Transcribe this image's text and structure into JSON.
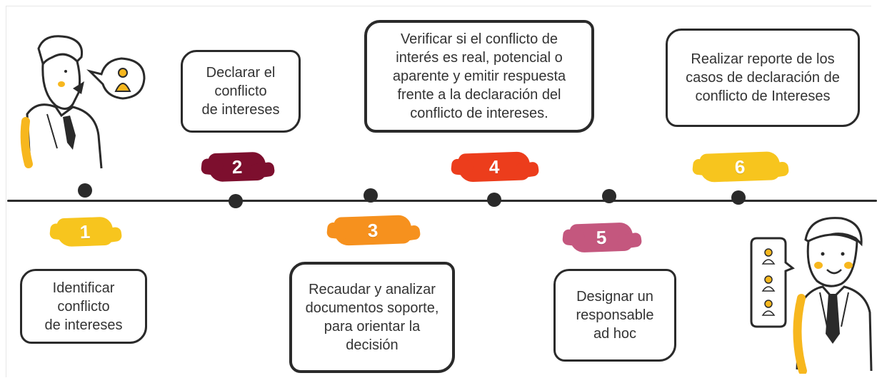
{
  "steps": [
    {
      "number": "1",
      "color": "#f7c51e",
      "text": "Identificar\nconflicto\nde intereses"
    },
    {
      "number": "2",
      "color": "#7d0f2e",
      "text": "Declarar el\nconflicto\nde intereses"
    },
    {
      "number": "3",
      "color": "#f6911e",
      "text": "Recaudar y analizar\ndocumentos soporte,\npara orientar la\ndecisión"
    },
    {
      "number": "4",
      "color": "#ec3d1c",
      "text": "Verificar si el conflicto de\ninterés es real, potencial o\naparente y emitir respuesta\nfrente a la declaración del\nconflicto de intereses."
    },
    {
      "number": "5",
      "color": "#c4577e",
      "text": "Designar un\nresponsable\nad hoc"
    },
    {
      "number": "6",
      "color": "#f7c51e",
      "text": "Realizar reporte de los\ncasos de declaración de\nconflicto de Intereses"
    }
  ],
  "colors": {
    "line": "#2c2c2c",
    "accent_yellow": "#f7b71e",
    "ink": "#2a2a2a"
  },
  "icons": [
    "man-speaking-icon",
    "man-smiling-icon",
    "person-bubble-icon"
  ]
}
